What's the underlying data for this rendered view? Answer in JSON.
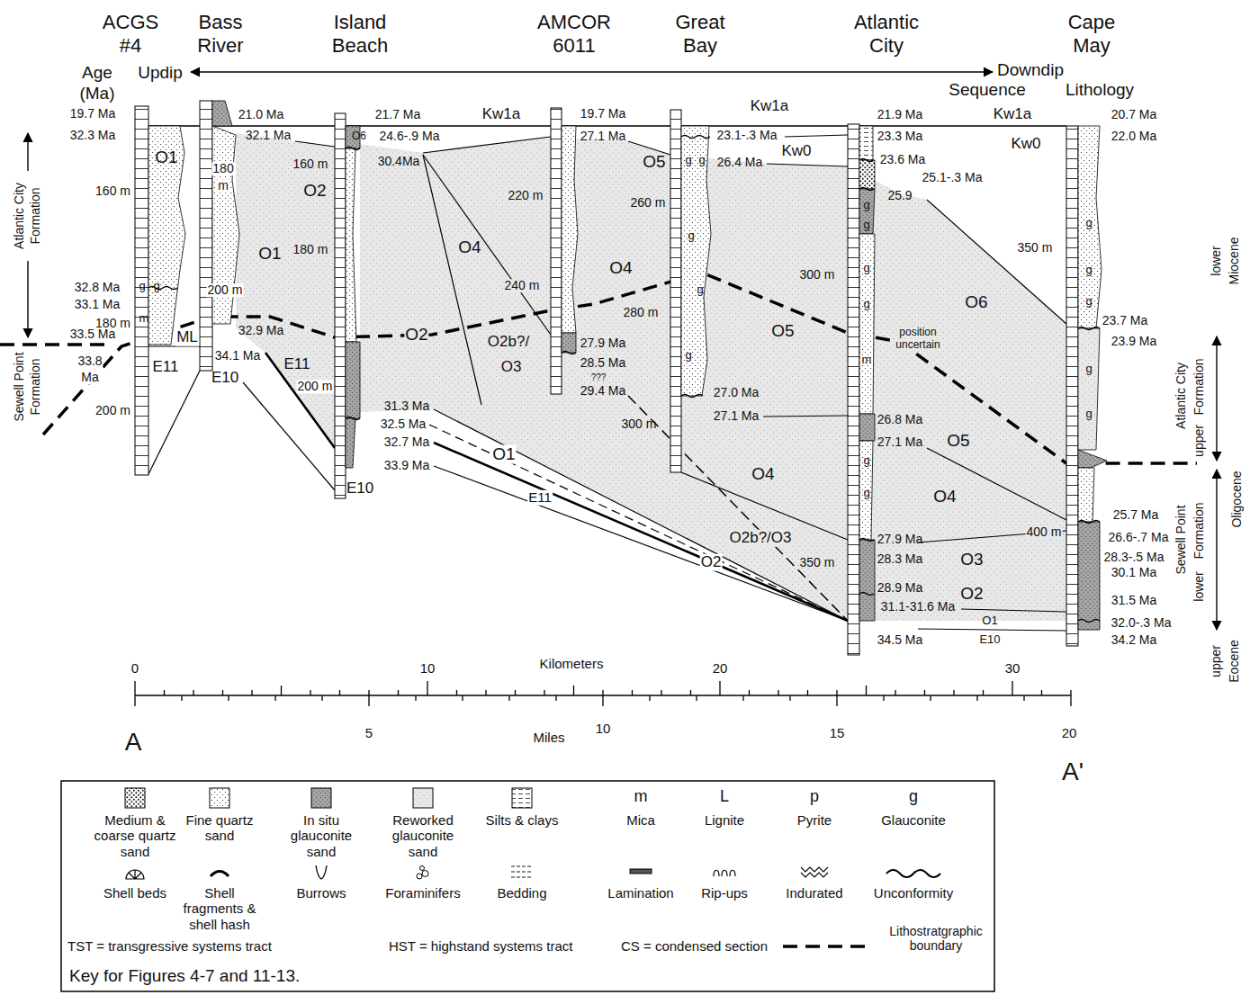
{
  "diagram": {
    "labels": [
      "ACGS",
      "#4",
      "Bass",
      "River",
      "Island",
      "Beach",
      "AMCOR",
      "6011",
      "Great",
      "Bay",
      "Atlantic",
      "City",
      "Cape",
      "May",
      "Age",
      "(Ma)",
      "Updip",
      "Downdip",
      "Sequence",
      "Lithology",
      "19.7 Ma",
      "32.3 Ma",
      "O1",
      "160 m",
      "32.8 Ma",
      "33.1 Ma",
      "180 m",
      "33.5 Ma",
      "33.8",
      "Ma",
      "E11",
      "200 m",
      "21.0 Ma",
      "32.1 Ma",
      "180",
      "m",
      "O1",
      "200 m",
      "ML",
      "32.9 Ma",
      "34.1 Ma",
      "E10",
      "E11",
      "21.7 Ma",
      "O6",
      "24.6-.9 Ma",
      "160 m",
      "30.4Ma",
      "O2",
      "180 m",
      "O2",
      "200 m",
      "31.3 Ma",
      "32.5 Ma",
      "32.7 Ma",
      "33.9 Ma",
      "E11",
      "E10",
      "O1",
      "Kw1a",
      "19.7 Ma",
      "27.1 Ma",
      "220 m",
      "O4",
      "O4",
      "240 m",
      "O2b?/",
      "O3",
      "27.9 Ma",
      "28.5 Ma",
      "???",
      "29.4 Ma",
      "Kw1a",
      "23.1-.3 Ma",
      "Kw0",
      "O5",
      "26.4 Ma",
      "260 m",
      "280 m",
      "O5",
      "27.0 Ma",
      "27.1 Ma",
      "300 m",
      "O4",
      "O2b?/O3",
      "O2",
      "21.9 Ma",
      "23.3 Ma",
      "Kw1a",
      "Kw0",
      "23.6 Ma",
      "25.1-.3 Ma",
      "25.9",
      "300 m",
      "position",
      "uncertain",
      "26.8 Ma",
      "27.1 Ma",
      "O5",
      "O4",
      "27.9 Ma",
      "28.3 Ma",
      "O3",
      "350 m",
      "28.9 Ma",
      "31.1-31.6 Ma",
      "O2",
      "34.5 Ma",
      "O1",
      "E10",
      "20.7 Ma",
      "22.0 Ma",
      "350 m",
      "O6",
      "23.7 Ma",
      "23.9 Ma",
      "25.7 Ma",
      "400 m",
      "26.6-.7 Ma",
      "28.3-.5 Ma",
      "30.1 Ma",
      "31.5 Ma",
      "32.0-.3 Ma",
      "34.2 Ma",
      "lower",
      "Miocene",
      "Atlantic City",
      "Formation",
      "upper",
      "Oligocene",
      "Sewell Point",
      "Formation",
      "lower",
      "upper",
      "Eocene",
      "Atlantic City",
      "Formation",
      "Sewell Point",
      "Formation",
      "0",
      "10",
      "Kilometers",
      "20",
      "30",
      "5",
      "Miles",
      "10",
      "15",
      "20",
      "A",
      "A'",
      "m",
      "L",
      "p",
      "g",
      "Key for Figures 4-7 and 11-13.",
      "g",
      "g",
      "m",
      "g",
      "g",
      "g",
      "g",
      "g",
      "g",
      "g",
      "g",
      "g",
      "m",
      "g",
      "g",
      "g",
      "g",
      "g",
      "g",
      "g"
    ],
    "legend": [
      {
        "text": "Medium & coarse quartz sand"
      },
      {
        "text": "Fine quartz sand"
      },
      {
        "text": "In situ glauconite sand"
      },
      {
        "text": "Reworked glauconite sand"
      },
      {
        "text": "Silts & clays"
      },
      {
        "text": "Mica"
      },
      {
        "text": "Lignite"
      },
      {
        "text": "Pyrite"
      },
      {
        "text": "Glauconite"
      },
      {
        "text": "Shell beds"
      },
      {
        "text": "Shell fragments & shell hash"
      },
      {
        "text": "Burrows"
      },
      {
        "text": "Foraminifers"
      },
      {
        "text": "Bedding"
      },
      {
        "text": "Lamination"
      },
      {
        "text": "Rip-ups"
      },
      {
        "text": "Indurated"
      },
      {
        "text": "Unconformity"
      },
      {
        "text": "TST = transgressive systems tract"
      },
      {
        "text": "HST = highstand systems tract"
      },
      {
        "text": "CS = condensed section"
      },
      {
        "text": "Lithostratgraphic boundary"
      }
    ]
  }
}
